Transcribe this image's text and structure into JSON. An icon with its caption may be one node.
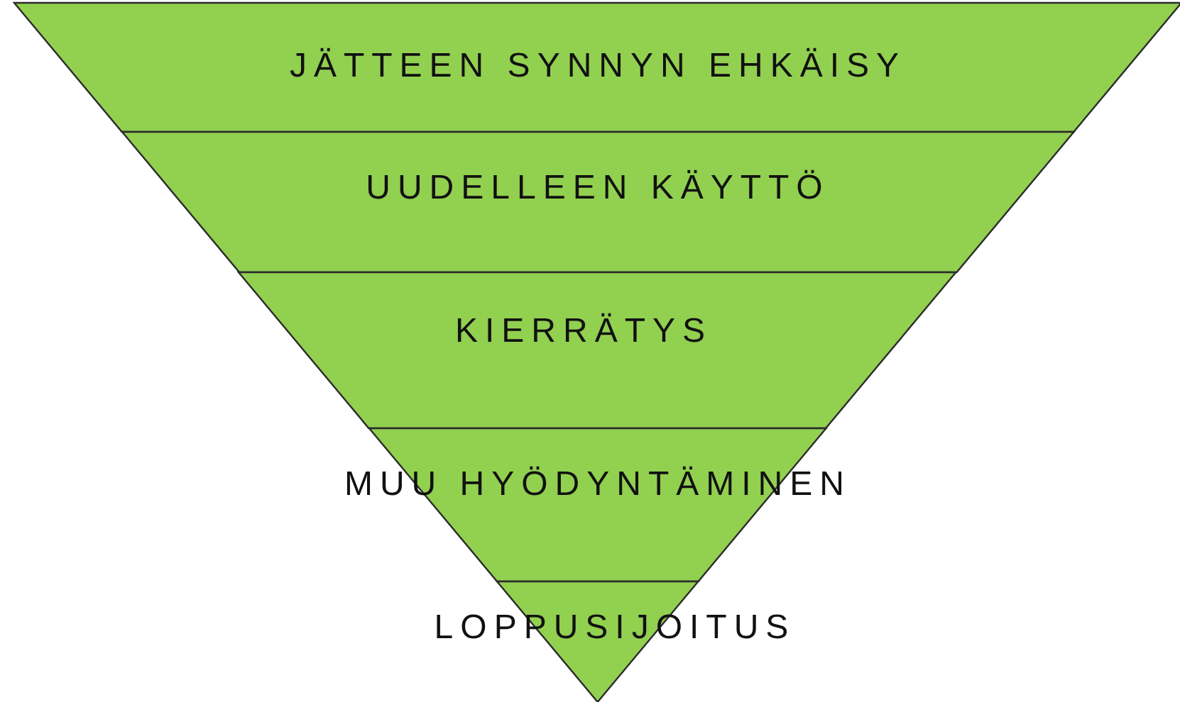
{
  "diagram": {
    "nodes": [
      {
        "text": [
          "JÄTTEEN SYNNYN EHKÄISY"
        ]
      },
      {
        "text": [
          "UUDELLEEN KÄYTTÖ"
        ]
      },
      {
        "text": [
          "KIERRÄTYS"
        ]
      },
      {
        "text": [
          "MUU HYÖDYNTÄMINEN"
        ]
      },
      {
        "text": [
          "LOPPUSIJOITUS"
        ]
      }
    ]
  }
}
